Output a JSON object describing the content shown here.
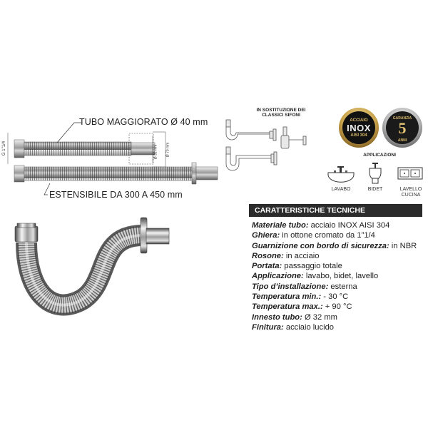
{
  "diagram": {
    "tube_label": "TUBO MAGGIORATO Ø 40 mm",
    "ext_label": "ESTENSIBILE DA 300 A 450 mm",
    "thread_label": "G 1\"1/4",
    "inner_diam": "Ø 32 mm",
    "outer_diam": "Ø 70 mm"
  },
  "replacement": {
    "title": "IN SOSTITUZIONE DEI CLASSICI SIFONI"
  },
  "badges": {
    "inox": {
      "top": "ACCIAIO",
      "main": "INOX",
      "sub": "AISI 304"
    },
    "warranty": {
      "number": "5",
      "top": "GARANZIA",
      "bottom": "ANNI"
    }
  },
  "applications": {
    "title": "APPLICAZIONI",
    "items": [
      {
        "label": "LAVABO",
        "icon": "washbasin-icon"
      },
      {
        "label": "BIDET",
        "icon": "bidet-icon"
      },
      {
        "label": "LAVELLO CUCINA",
        "icon": "kitchen-sink-icon"
      }
    ]
  },
  "specs": {
    "header": "CARATTERISTICHE TECNICHE",
    "rows": [
      {
        "key": "Materiale tubo:",
        "value": " acciaio INOX AISI 304"
      },
      {
        "key": "Ghiera:",
        "value": " in ottone cromato da 1”1/4"
      },
      {
        "key": "Guarnizione con bordo di sicurezza:",
        "value": " in NBR"
      },
      {
        "key": "Rosone:",
        "value": " in acciaio"
      },
      {
        "key": "Portata:",
        "value": " passaggio totale"
      },
      {
        "key": "Applicazione:",
        "value": " lavabo, bidet, lavello"
      },
      {
        "key": "Tipo d’installazione:",
        "value": " esterna"
      },
      {
        "key": "Temperatura min.:",
        "value": " - 30 °C"
      },
      {
        "key": "Temperatura max.:",
        "value": " + 90 °C"
      },
      {
        "key": "Innesto tubo:",
        "value": " Ø 32 mm"
      },
      {
        "key": "Finitura:",
        "value": " acciaio lucido"
      }
    ]
  },
  "colors": {
    "header_bg": "#2b2b2b",
    "metal_light": "#e6e6e6",
    "metal_dark": "#6d6d6d",
    "gold": "#c9a24a"
  }
}
